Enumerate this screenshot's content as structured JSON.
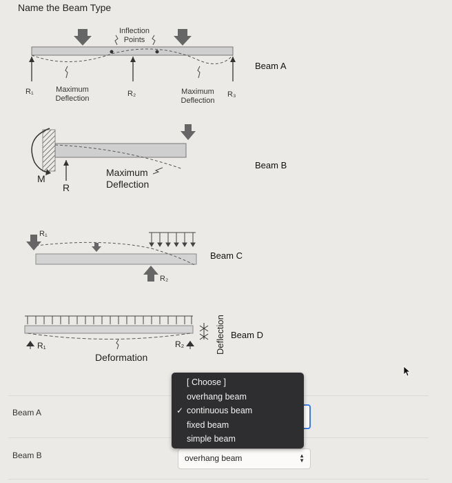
{
  "question": {
    "title": "Name the Beam Type"
  },
  "figure": {
    "beam_labels": [
      "Beam A",
      "Beam B",
      "Beam C",
      "Beam D"
    ],
    "beam_a": {
      "inflection_text": "Inflection\nPoints",
      "r1": "R₁",
      "r2": "R₂",
      "r3": "R₃",
      "max_defl_1": "Maximum\nDeflection",
      "max_defl_2": "Maximum\nDeflection"
    },
    "beam_b": {
      "m": "M",
      "r": "R",
      "max_defl": "Maximum\nDeflection"
    },
    "beam_c": {
      "r1": "R₁",
      "r2": "R₂"
    },
    "beam_d": {
      "r1": "R₁",
      "r2": "R₂",
      "deformation": "Deformation",
      "deflection_axis": "Deflection"
    }
  },
  "answers": {
    "rows": [
      {
        "label": "Beam A",
        "selected": ""
      },
      {
        "label": "Beam B",
        "selected": "overhang beam"
      }
    ]
  },
  "dropdown": {
    "options": [
      "[ Choose ]",
      "overhang beam",
      "continuous beam",
      "fixed beam",
      "simple beam"
    ],
    "checked": "continuous beam"
  }
}
